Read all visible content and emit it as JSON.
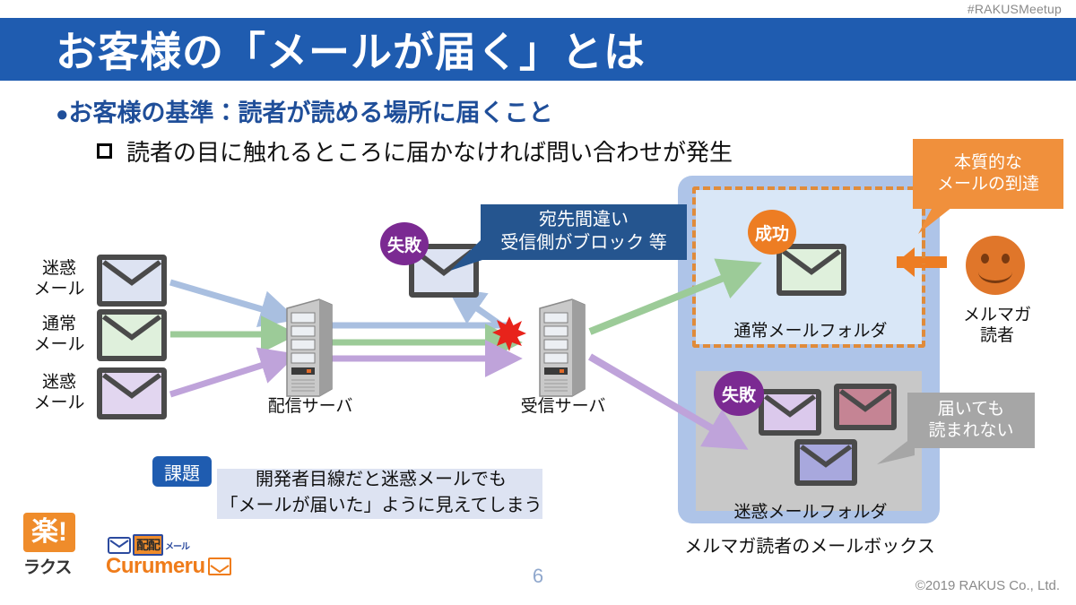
{
  "header": {
    "hashtag": "#RAKUSMeetup",
    "title": "お客様の「メールが届く」とは"
  },
  "bullets": {
    "level1": "お客様の基準：読者が読める場所に届くこと",
    "level2": "読者の目に触れるところに届かなければ問い合わせが発生"
  },
  "diagram": {
    "left_mails": [
      {
        "label": "迷惑\nメール",
        "color": "#dde3f2"
      },
      {
        "label": "通常\nメール",
        "color": "#dff0dc"
      },
      {
        "label": "迷惑\nメール",
        "color": "#e2d6f0"
      }
    ],
    "servers": [
      {
        "label": "配信サーバ"
      },
      {
        "label": "受信サーバ"
      }
    ],
    "fail_badge": "失敗",
    "success_badge": "成功",
    "bounce_callout": "宛先間違い\n受信側がブロック 等",
    "essential_callout": "本質的な\nメールの到達",
    "unread_callout": "届いても\n読まれない",
    "inbox_label": "通常メールフォルダ",
    "spam_label": "迷惑メールフォルダ",
    "mailbox_label": "メルマガ読者のメールボックス",
    "reader_label": "メルマガ\n読者",
    "spam_mail_colors": [
      "#dbc9ec",
      "#c58494",
      "#a8a8dd"
    ],
    "arrow_colors": {
      "spam_blue": "#a9bfe0",
      "normal_green": "#9ccb98",
      "spam_purple": "#bfa3da"
    }
  },
  "issue": {
    "chip": "課題",
    "text": "開発者目線だと迷惑メールでも\n「メールが届いた」ように見えてしまう"
  },
  "logos": {
    "rakus_mark": "楽!",
    "rakus_name": "ラクス",
    "haihai_kanji": "配配",
    "haihai_suffix": "メール",
    "curumeru": "Curumeru"
  },
  "footer": {
    "page_number": "6",
    "copyright": "©2019 RAKUS Co., Ltd."
  },
  "colors": {
    "brand_blue": "#1f5cb0",
    "accent_orange": "#ed7d23",
    "fail_purple": "#7b2a92",
    "panel_blue": "#aec4e8"
  }
}
